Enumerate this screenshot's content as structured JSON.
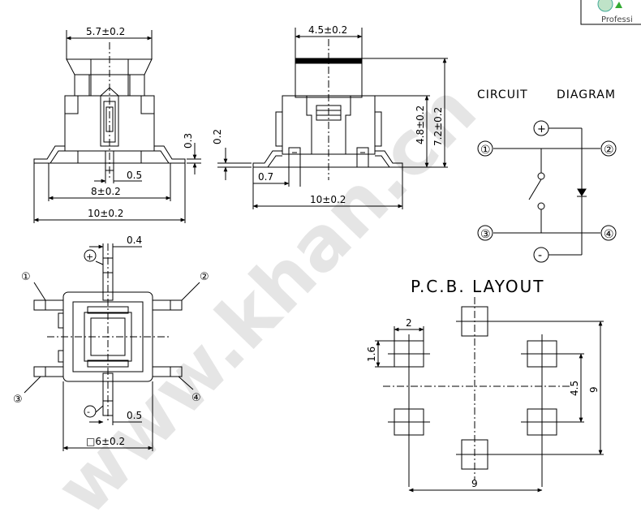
{
  "dimensions": {
    "width_side": "5.7±0.2",
    "width_front": "4.5±0.2",
    "height_total": "7.2±0.2",
    "height_body": "4.8±0.2",
    "lead_gap": "0.3",
    "lead_thickness": "0.2",
    "lead_width_side": "0.5",
    "lead_length_front": "0.7",
    "lead_span_side": "8±0.2",
    "length_side": "10±0.2",
    "length_front": "10±0.2",
    "top_lead_width": "0.4",
    "bottom_lead_width": "0.5",
    "body_square": "□6±0.2"
  },
  "top_view": {
    "pin1": "①",
    "pin2": "②",
    "pin3": "③",
    "pin4": "④",
    "plus": "+",
    "minus": "-"
  },
  "circuit": {
    "title_left": "CIRCUIT",
    "title_right": "DIAGRAM",
    "pin1": "①",
    "pin2": "②",
    "pin3": "③",
    "pin4": "④",
    "plus": "+",
    "minus": "-"
  },
  "pcb": {
    "title": "P.C.B. LAYOUT",
    "pad_width": "2",
    "pad_height": "1.6",
    "spacing_inner": "4.5",
    "spacing_outer_v": "9",
    "spacing_outer_h": "9"
  },
  "logo": {
    "text": "Professi"
  },
  "watermark": {
    "text": "www.khan.cn"
  }
}
